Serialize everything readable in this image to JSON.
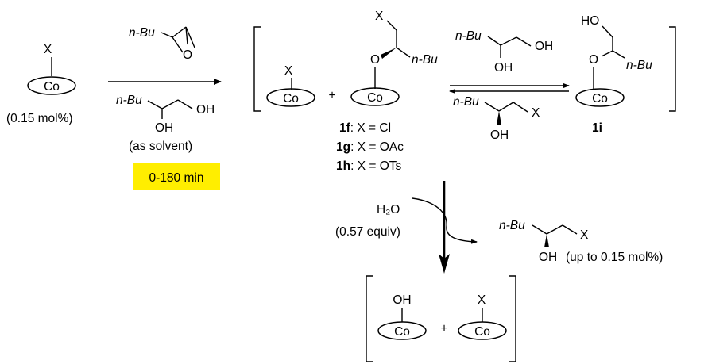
{
  "catalyst": {
    "ligand": "X",
    "metal": "Co",
    "loading": "(0.15 mol%)"
  },
  "reagents": {
    "nbu": "n-Bu",
    "diol_oh_a": "OH",
    "diol_oh_b": "OH",
    "solvent_note": "(as solvent)",
    "time": "0-180 min"
  },
  "intermediates": {
    "left_ligand": "X",
    "left_metal": "Co",
    "plus": "+",
    "alkoxide_x": "X",
    "alkoxide_o": "O",
    "alkoxide_nbu": "n-Bu",
    "alkoxide_metal": "Co",
    "label_1f_id": "1f",
    "label_1f_text": ": X = Cl",
    "label_1g_id": "1g",
    "label_1g_text": ": X = OAc",
    "label_1h_id": "1h",
    "label_1h_text": ": X = OTs"
  },
  "equilibrium": {
    "top_nbu": "n-Bu",
    "top_oh_a": "OH",
    "top_oh_b": "OH",
    "bottom_nbu": "n-Bu",
    "bottom_oh": "OH",
    "bottom_x": "X"
  },
  "product_1i": {
    "ho": "HO",
    "o": "O",
    "nbu": "n-Bu",
    "metal": "Co",
    "label": "1i"
  },
  "hydrolysis": {
    "water": "H₂O",
    "water_equiv": "(0.57 equiv)",
    "out_nbu": "n-Bu",
    "out_x": "X",
    "out_oh": "OH",
    "out_amount": "(up to 0.15 mol%)"
  },
  "final": {
    "oh": "OH",
    "metal_a": "Co",
    "plus": "+",
    "x": "X",
    "metal_b": "Co"
  }
}
